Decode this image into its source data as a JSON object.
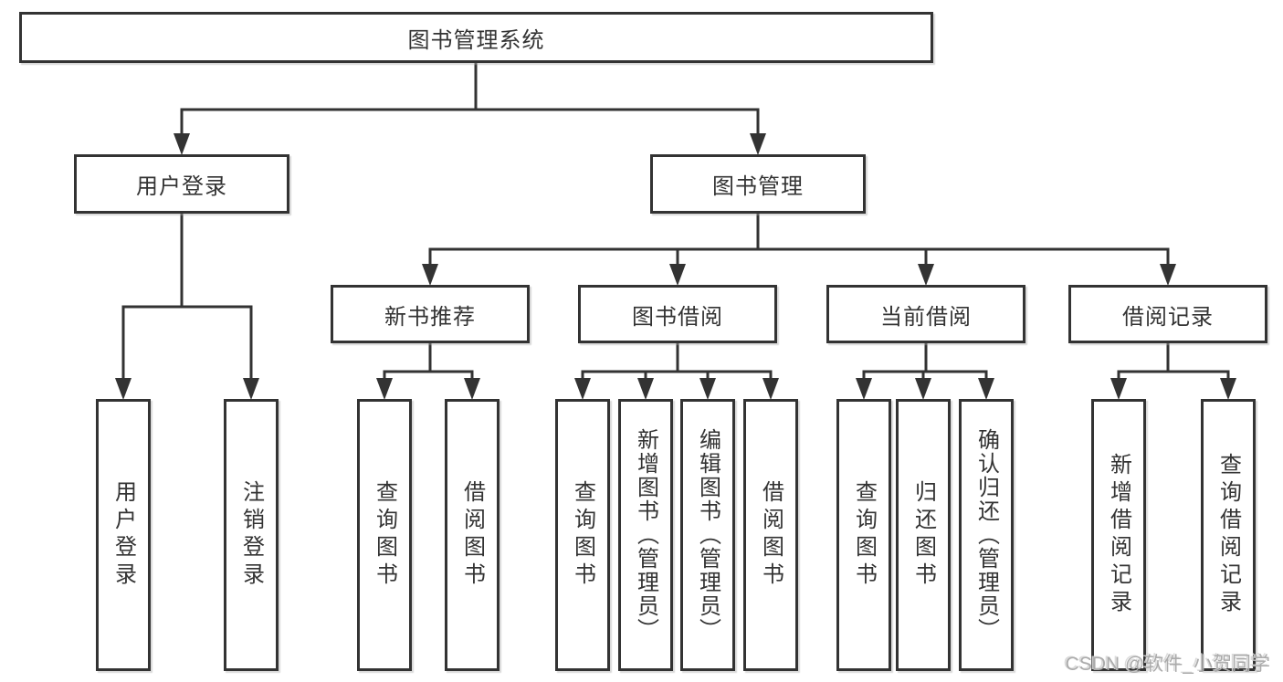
{
  "tree": {
    "root": {
      "label": "图书管理系统",
      "children": [
        {
          "label": "用户登录",
          "children": [
            {
              "label": "用户登录"
            },
            {
              "label": "注销登录"
            }
          ]
        },
        {
          "label": "图书管理",
          "children": [
            {
              "label": "新书推荐",
              "children": [
                {
                  "label": "查询图书"
                },
                {
                  "label": "借阅图书"
                }
              ]
            },
            {
              "label": "图书借阅",
              "children": [
                {
                  "label": "查询图书"
                },
                {
                  "label": "新增图书（管理员）"
                },
                {
                  "label": "编辑图书（管理员）"
                },
                {
                  "label": "借阅图书"
                }
              ]
            },
            {
              "label": "当前借阅",
              "children": [
                {
                  "label": "查询图书"
                },
                {
                  "label": "归还图书"
                },
                {
                  "label": "确认归还（管理员）"
                }
              ]
            },
            {
              "label": "借阅记录",
              "children": [
                {
                  "label": "新增借阅记录"
                },
                {
                  "label": "查询借阅记录"
                }
              ]
            }
          ]
        }
      ]
    }
  },
  "watermark": {
    "text": "CSDN @软件_小贺同学"
  },
  "colors": {
    "line": "#333333",
    "node_bg": "#ffffff",
    "node_text": "#333333",
    "page_bg": "#ffffff",
    "watermark": "#ababab"
  }
}
